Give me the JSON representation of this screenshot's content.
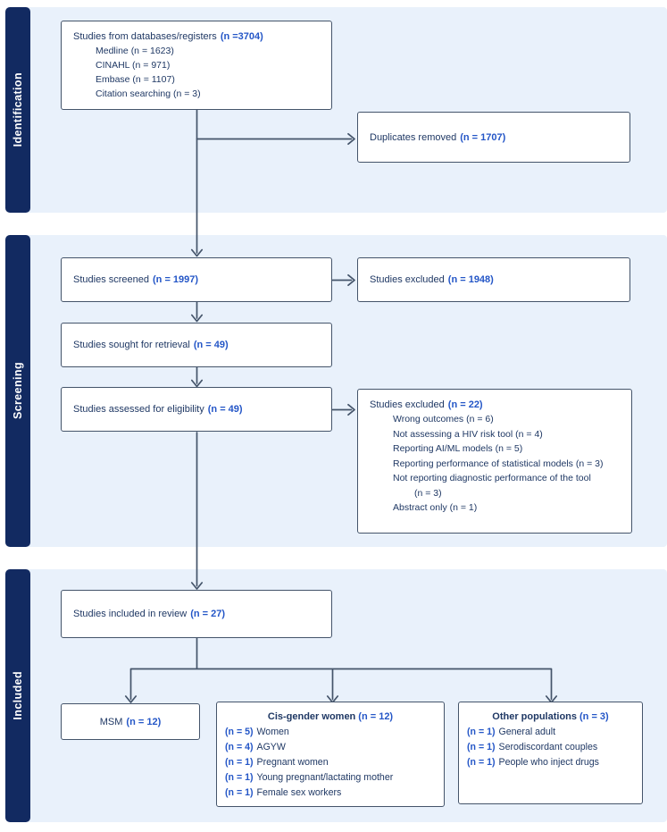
{
  "diagram_type": "PRISMA flow diagram",
  "sections": [
    {
      "label": "Identification"
    },
    {
      "label": "Screening"
    },
    {
      "label": "Included"
    }
  ],
  "colors": {
    "stage_bar": "#122a61",
    "stage_band": "#e9f1fb",
    "box_border": "#44546a",
    "body_text": "#1f3864",
    "value_text": "#2456c7",
    "arrow": "#44546a"
  },
  "boxes": {
    "databases": {
      "title": "Studies from databases/registers",
      "value": "(n =3704)",
      "items": [
        "Medline (n = 1623)",
        "CINAHL (n = 971)",
        "Embase (n = 1107)",
        "Citation searching (n = 3)"
      ]
    },
    "duplicates": {
      "title": "Duplicates removed",
      "value": "(n = 1707)"
    },
    "screened": {
      "title": "Studies screened",
      "value": "(n = 1997)"
    },
    "excluded_screening": {
      "title": "Studies excluded",
      "value": "(n = 1948)"
    },
    "sought": {
      "title": "Studies sought for retrieval",
      "value": "(n = 49)"
    },
    "assessed": {
      "title": "Studies assessed for eligibility",
      "value": "(n = 49)"
    },
    "excluded_eligibility": {
      "title": "Studies excluded",
      "value": "(n = 22)",
      "items": [
        "Wrong outcomes (n = 6)",
        "Not assessing a HIV risk tool (n = 4)",
        "Reporting AI/ML models (n = 5)",
        "Reporting performance of statistical models (n = 3)",
        "Not reporting diagnostic performance of the tool",
        "(n = 3)",
        "Abstract only (n = 1)"
      ]
    },
    "included_review": {
      "title": "Studies included in review",
      "value": "(n = 27)"
    },
    "msm": {
      "title": "MSM",
      "value": "(n = 12)"
    },
    "cis_women": {
      "title": "Cis-gender women",
      "value": "(n = 12)",
      "items": [
        {
          "value": "(n = 5)",
          "label": "Women"
        },
        {
          "value": "(n = 4)",
          "label": "AGYW"
        },
        {
          "value": "(n = 1)",
          "label": "Pregnant women"
        },
        {
          "value": "(n = 1)",
          "label": "Young pregnant/lactating mother"
        },
        {
          "value": "(n = 1)",
          "label": "Female sex workers"
        }
      ]
    },
    "other_populations": {
      "title": "Other populations",
      "value": "(n = 3)",
      "items": [
        {
          "value": "(n = 1)",
          "label": "General adult"
        },
        {
          "value": "(n = 1)",
          "label": "Serodiscordant couples"
        },
        {
          "value": "(n = 1)",
          "label": "People who inject drugs"
        }
      ]
    }
  }
}
